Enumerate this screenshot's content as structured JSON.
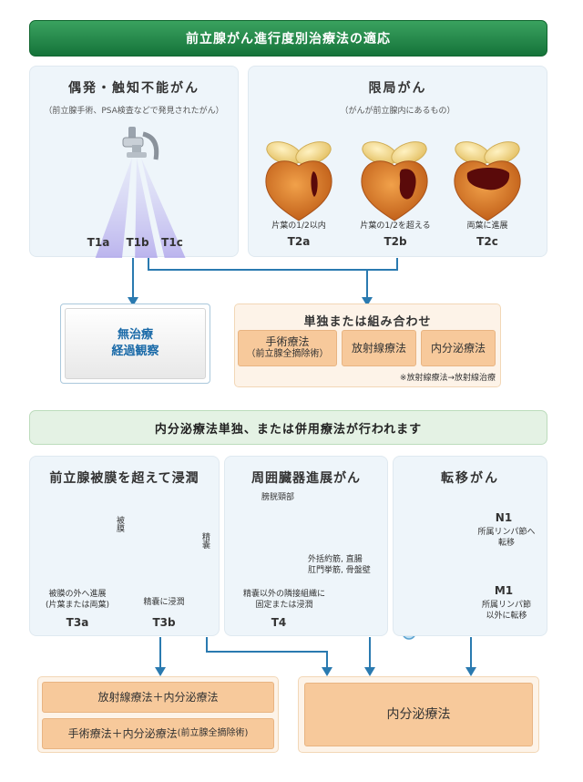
{
  "title": "前立腺がん進行度別治療法の適応",
  "section1": {
    "left": {
      "title": "偶発・触知不能がん",
      "subtitle": "（前立腺手術、PSA検査などで発見されたがん）",
      "stages": [
        "T1a",
        "T1b",
        "T1c"
      ]
    },
    "right": {
      "title": "限局がん",
      "subtitle": "（がんが前立腺内にあるもの）",
      "items": [
        {
          "note": "片葉の1/2以内",
          "stage": "T2a"
        },
        {
          "note": "片葉の1/2を超える",
          "stage": "T2b"
        },
        {
          "note": "両葉に進展",
          "stage": "T2c"
        }
      ]
    }
  },
  "observation": {
    "line1": "無治療",
    "line2": "経過観察"
  },
  "combo": {
    "title": "単独または組み合わせ",
    "surgery_line1": "手術療法",
    "surgery_line2": "（前立腺全摘除術）",
    "radiation": "放射線療法",
    "hormone": "内分泌療法",
    "footnote": "※放射線療法→放射線治療"
  },
  "mid_banner": "内分泌療法単独、または併用療法が行われます",
  "section2": {
    "capsule": {
      "title": "前立腺被膜を超えて浸潤",
      "label_capsule": "被膜",
      "label_seminal": "精嚢",
      "left_note_line1": "被膜の外へ進展",
      "left_note_line2": "(片葉または両葉)",
      "left_stage": "T3a",
      "right_note": "精嚢に浸潤",
      "right_stage": "T3b"
    },
    "organ": {
      "title": "周囲臓器進展がん",
      "label_bladder": "膀胱頸部",
      "label_other_line1": "外括約筋, 直腸",
      "label_other_line2": "肛門挙筋, 骨盤壁",
      "note_line1": "精嚢以外の隣接組織に",
      "note_line2": "固定または浸潤",
      "stage": "T4"
    },
    "metastasis": {
      "title": "転移がん",
      "n1_stage": "N1",
      "n1_line1": "所属リンパ節へ",
      "n1_line2": "転移",
      "m1_stage": "M1",
      "m1_line1": "所属リンパ節",
      "m1_line2": "以外に転移"
    }
  },
  "bottom": {
    "radiation_combo": "放射線療法＋内分泌療法",
    "surgery_combo": "手術療法＋内分泌療法",
    "surgery_combo_note": "(前立腺全摘除術)",
    "hormone": "内分泌療法"
  },
  "colors": {
    "green": "#15733a",
    "arrow": "#2a7ab0",
    "treatment": "#f7c99b",
    "panel": "#eef5fa",
    "tumor": "#7a0f0f"
  }
}
